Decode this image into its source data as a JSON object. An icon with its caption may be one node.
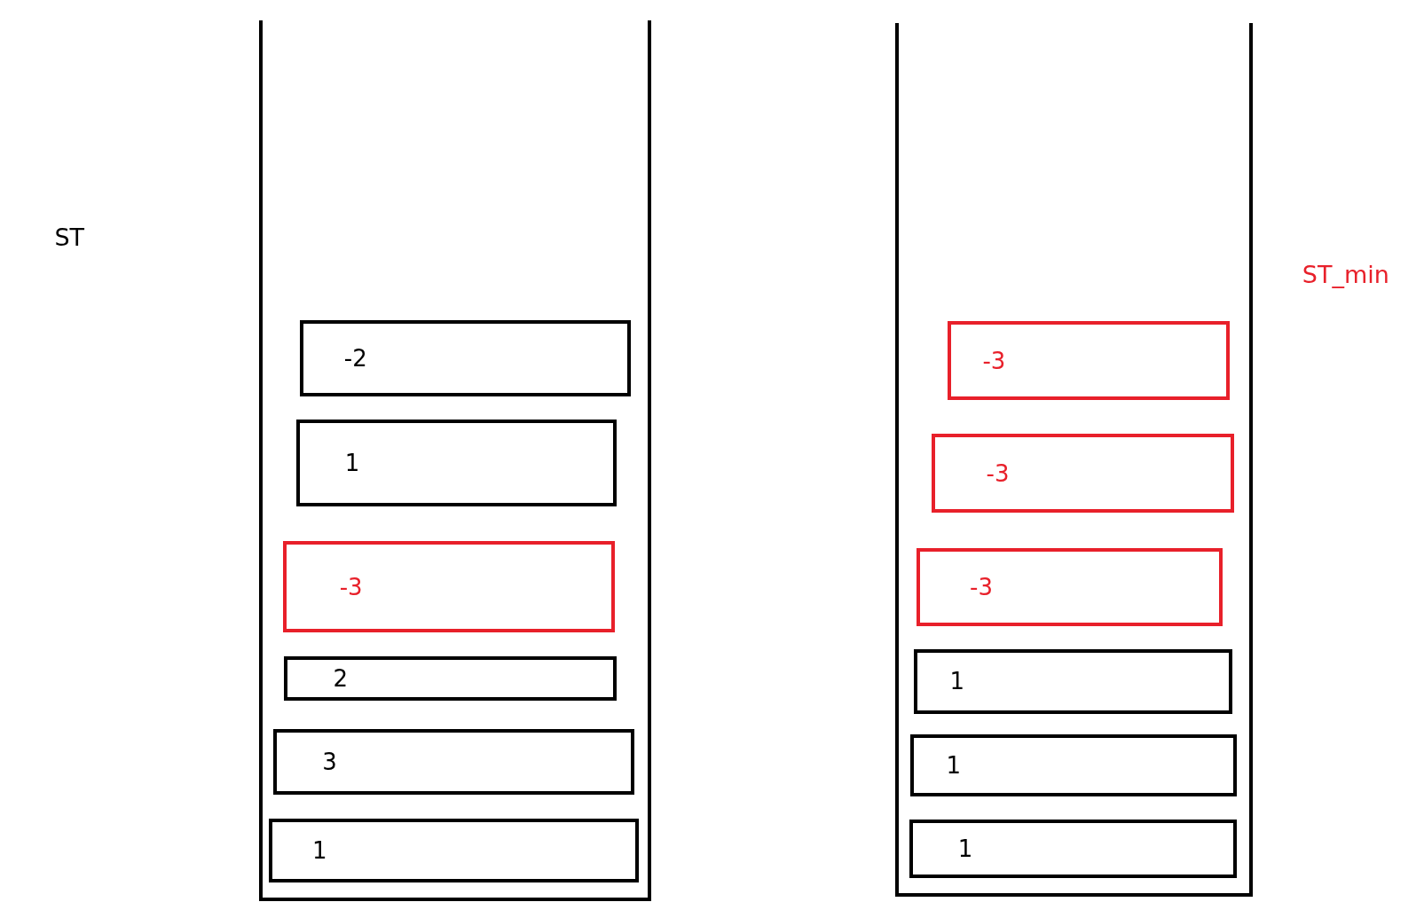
{
  "diagram": {
    "nodes": [
      {
        "text": [],
        "shape": "box"
      },
      {
        "text": [
          "-2"
        ],
        "in": 0
      },
      {
        "text": [
          "1"
        ],
        "in": 0
      },
      {
        "text": [
          "-3"
        ],
        "in": 0
      },
      {
        "text": [
          "2"
        ],
        "in": 0
      },
      {
        "text": [
          "3"
        ],
        "in": 0
      },
      {
        "text": [
          "1"
        ],
        "in": 0
      },
      {
        "text": [],
        "shape": "box"
      },
      {
        "text": [
          "-3"
        ],
        "in": 7
      },
      {
        "text": [
          "-3"
        ],
        "in": 7
      },
      {
        "text": [
          "-3"
        ],
        "in": 7
      },
      {
        "text": [
          "1"
        ],
        "in": 7
      },
      {
        "text": [
          "1"
        ],
        "in": 7
      },
      {
        "text": [
          "1"
        ],
        "in": 7
      }
    ],
    "labels": [
      "ST",
      "ST_min"
    ]
  }
}
